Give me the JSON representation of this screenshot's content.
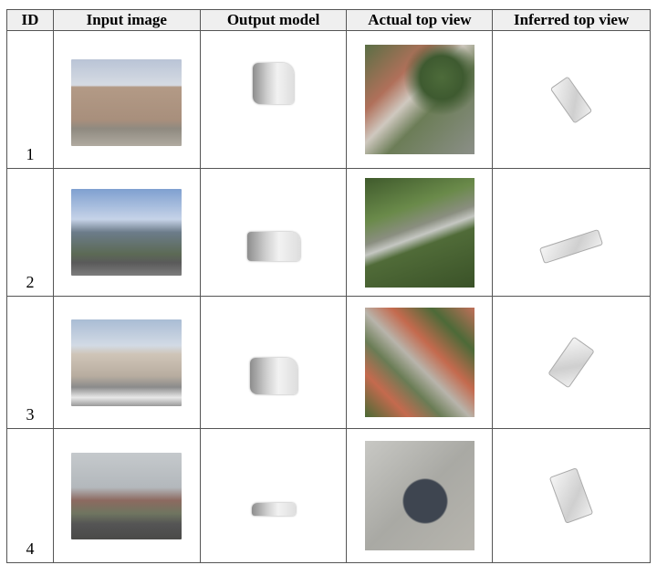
{
  "table": {
    "headers": [
      "ID",
      "Input image",
      "Output model",
      "Actual top view",
      "Inferred top view"
    ],
    "rows": [
      {
        "id": "1"
      },
      {
        "id": "2"
      },
      {
        "id": "3"
      },
      {
        "id": "4"
      }
    ]
  }
}
